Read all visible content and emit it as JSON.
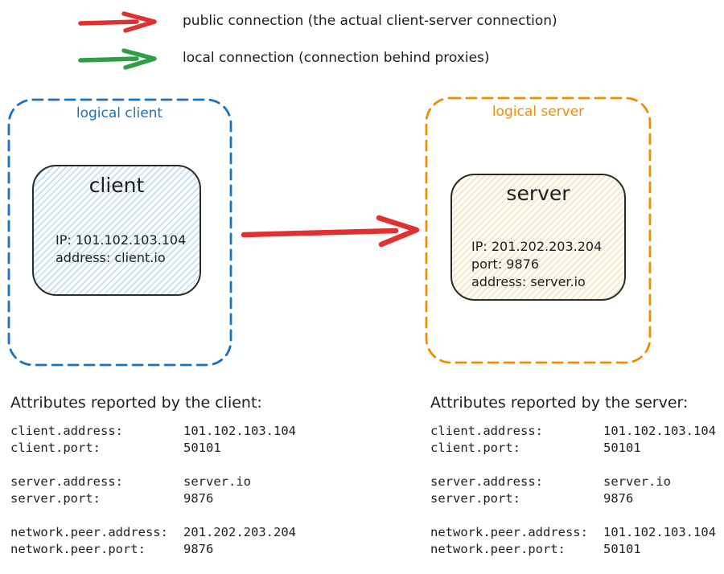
{
  "legend": {
    "public": {
      "label": "public connection (the actual client-server connection)",
      "color": "#e03131"
    },
    "local": {
      "label": "local connection (connection behind proxies)",
      "color": "#2f9e44"
    }
  },
  "diagram": {
    "logical_client": {
      "label": "logical client",
      "color": "#1971c2"
    },
    "client": {
      "title": "client",
      "lines": [
        "IP: 101.102.103.104",
        "address: client.io"
      ]
    },
    "logical_server": {
      "label": "logical server",
      "color": "#f08c00"
    },
    "server": {
      "title": "server",
      "lines": [
        "IP: 201.202.203.204",
        "port: 9876",
        "address: server.io"
      ]
    },
    "arrow_color": "#e03131"
  },
  "attributes": {
    "client": {
      "heading": "Attributes reported by the client:",
      "rows": [
        {
          "key": "client.address:",
          "value": "101.102.103.104"
        },
        {
          "key": "client.port:",
          "value": "50101"
        },
        {
          "key": "server.address:",
          "value": "server.io"
        },
        {
          "key": "server.port:",
          "value": "9876"
        },
        {
          "key": "network.peer.address:",
          "value": "201.202.203.204"
        },
        {
          "key": "network.peer.port:",
          "value": "9876"
        }
      ]
    },
    "server": {
      "heading": "Attributes reported by the server:",
      "rows": [
        {
          "key": "client.address:",
          "value": "101.102.103.104"
        },
        {
          "key": "client.port:",
          "value": "50101"
        },
        {
          "key": "server.address:",
          "value": "server.io"
        },
        {
          "key": "server.port:",
          "value": "9876"
        },
        {
          "key": "network.peer.address:",
          "value": "101.102.103.104"
        },
        {
          "key": "network.peer.port:",
          "value": "50101"
        }
      ]
    }
  }
}
